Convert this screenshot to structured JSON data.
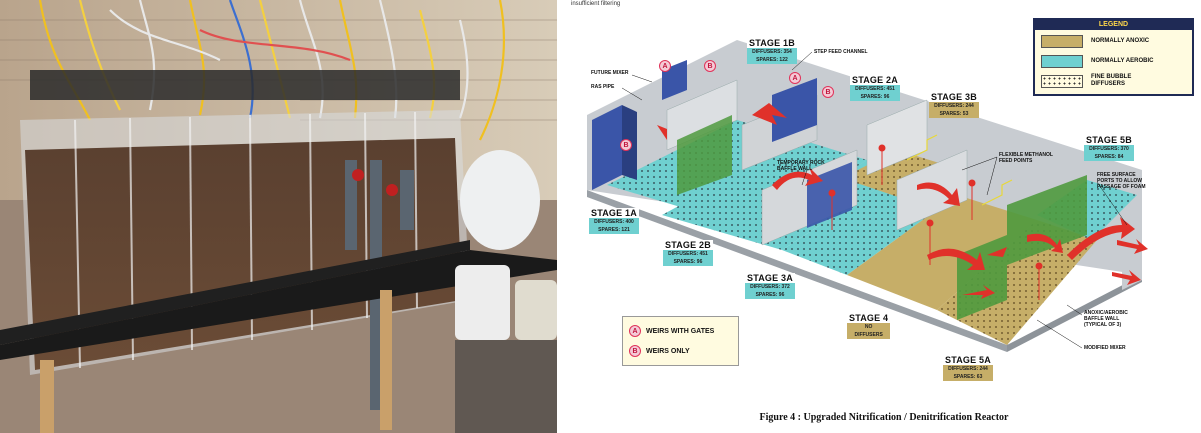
{
  "figure": {
    "header_text": "insufficient filtering",
    "caption": "Figure 4 : Upgraded Nitrification / Denitrification Reactor",
    "legend": {
      "title": "LEGEND",
      "items": [
        {
          "label": "NORMALLY ANOXIC",
          "color": "#c6ae68"
        },
        {
          "label": "NORMALLY AEROBIC",
          "color": "#6fd0d0"
        },
        {
          "label": "FINE BUBBLE DIFFUSERS",
          "line1": "FINE BUBBLE",
          "line2": "DIFFUSERS"
        }
      ]
    },
    "weirs_key": [
      {
        "symbol": "A",
        "label": "WEIRS WITH GATES"
      },
      {
        "symbol": "B",
        "label": "WEIRS ONLY"
      }
    ],
    "stages": [
      {
        "name": "STAGE 1A",
        "l1": "DIFFUSERS: 400",
        "l2": "SPARES: 121",
        "zone": "aerobic"
      },
      {
        "name": "STAGE 1B",
        "l1": "DIFFUSERS: 354",
        "l2": "SPARES: 122",
        "zone": "aerobic"
      },
      {
        "name": "STAGE 2A",
        "l1": "DIFFUSERS: 451",
        "l2": "SPARES: 96",
        "zone": "aerobic"
      },
      {
        "name": "STAGE 2B",
        "l1": "DIFFUSERS: 451",
        "l2": "SPARES: 96",
        "zone": "aerobic"
      },
      {
        "name": "STAGE 3A",
        "l1": "DIFFUSERS: 372",
        "l2": "SPARES: 96",
        "zone": "aerobic"
      },
      {
        "name": "STAGE 3B",
        "l1": "DIFFUSERS: 244",
        "l2": "SPARES: 53",
        "zone": "anoxic"
      },
      {
        "name": "STAGE 4",
        "l1": "NO",
        "l2": "DIFFUSERS",
        "zone": "anoxic"
      },
      {
        "name": "STAGE 5A",
        "l1": "DIFFUSERS: 244",
        "l2": "SPARES: 63",
        "zone": "anoxic"
      },
      {
        "name": "STAGE 5B",
        "l1": "DIFFUSERS: 370",
        "l2": "SPARES: 84",
        "zone": "aerobic"
      }
    ],
    "notes": {
      "future_mixer": "FUTURE MIXER",
      "ras_pipe": "RAS PIPE",
      "step_feed": "STEP FEED CHANNEL",
      "methanol_1": "FLEXIBLE METHANOL",
      "methanol_2": "FEED POINTS",
      "baffle_1": "TEMPORARY ROCK",
      "baffle_2": "BAFFLE WALL",
      "foam_1": "FREE SURFACE",
      "foam_2": "PORTS TO ALLOW",
      "foam_3": "PASSAGE OF FOAM",
      "anoxic_1": "ANOXIC/AEROBIC",
      "anoxic_2": "BAFFLE WALL",
      "anoxic_3": "(TYPICAL OF 3)",
      "mixer": "MODIFIED MIXER"
    },
    "map_markers": [
      "A",
      "B",
      "A",
      "B",
      "B"
    ]
  },
  "colors": {
    "aerobic_floor": "#6fd0d0",
    "anoxic_floor": "#c6ae68",
    "wall": "#cfd2d6",
    "baffle_green": "#4f9a3e",
    "mixer_blue": "#3a55a8",
    "arrow_red": "#e0312a",
    "legend_border": "#1f2a55"
  }
}
